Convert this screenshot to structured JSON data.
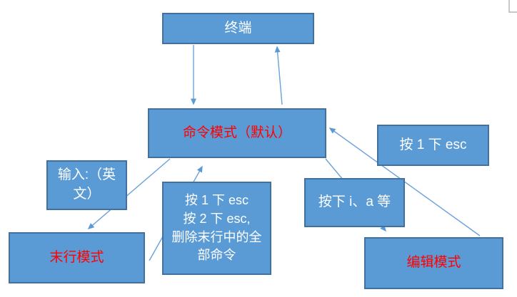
{
  "diagram": {
    "nodes": {
      "terminal": {
        "label": "终端",
        "text_color": "#FFFFFF"
      },
      "command": {
        "label": "命令模式（默认）",
        "text_color": "#FF0000"
      },
      "esc_once": {
        "label": "按 1 下 esc",
        "text_color": "#FFFFFF"
      },
      "input_english": {
        "label": "输入:（英\n文）",
        "text_color": "#FFFFFF"
      },
      "esc_detail": {
        "label": "按 1 下 esc\n按 2 下 esc,\n删除末行中的全\n部命令",
        "text_color": "#FFFFFF"
      },
      "press_ia": {
        "label": "按下 i、a 等",
        "text_color": "#FFFFFF"
      },
      "lastline": {
        "label": "末行模式",
        "text_color": "#FF0000"
      },
      "edit": {
        "label": "编辑模式",
        "text_color": "#FF0000"
      }
    },
    "edges": [
      {
        "from": "终端",
        "to": "命令模式（默认）",
        "label": ""
      },
      {
        "from": "命令模式（默认）",
        "to": "终端",
        "label": ""
      },
      {
        "from": "编辑模式",
        "to": "命令模式（默认）",
        "label": "按 1 下 esc"
      },
      {
        "from": "命令模式（默认）",
        "to": "编辑模式",
        "label": "按下 i、a 等"
      },
      {
        "from": "命令模式（默认）",
        "to": "末行模式",
        "label": "输入:（英文）"
      },
      {
        "from": "末行模式",
        "to": "命令模式（默认）",
        "label": "按 1 下 esc；按 2 下 esc, 删除末行中的全部命令"
      }
    ],
    "colors": {
      "node_fill": "#5B9BD5",
      "node_border": "#41719C",
      "connector": "#5B9BD5",
      "red_text": "#FF0000",
      "white_text": "#FFFFFF",
      "page_corner_mark": "#A6A6A6"
    }
  }
}
